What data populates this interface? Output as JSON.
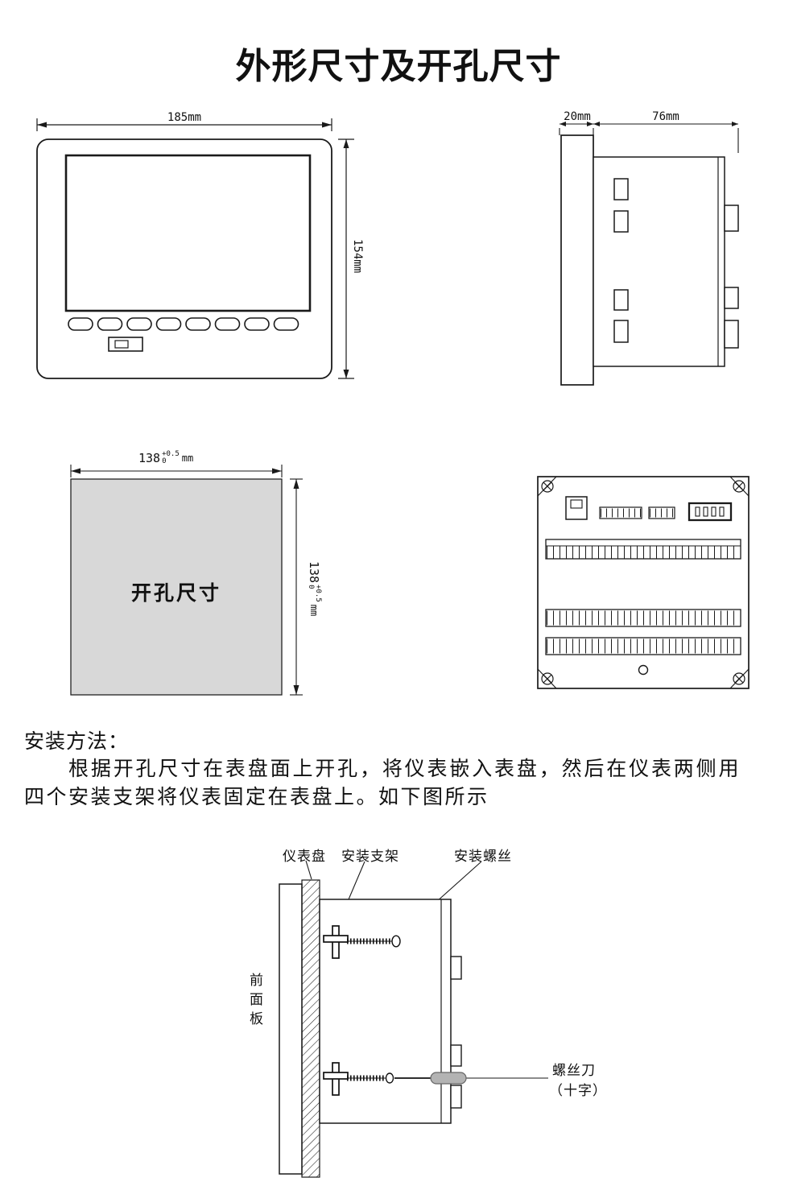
{
  "page": {
    "title": "外形尺寸及开孔尺寸"
  },
  "front_view": {
    "width": "185mm",
    "height": "154mm"
  },
  "side_view": {
    "depth": "20mm",
    "body_depth": "76mm"
  },
  "cutout": {
    "label": "开孔尺寸",
    "dim_value": "138",
    "tol_upper": "+0.5",
    "tol_lower": "0",
    "unit": "mm"
  },
  "install": {
    "heading": "安装方法：",
    "body": "根据开孔尺寸在表盘面上开孔，将仪表嵌入表盘，然后在仪表两侧用四个安装支架将仪表固定在表盘上。如下图所示",
    "labels": {
      "panel": "仪表盘",
      "bracket": "安装支架",
      "screw": "安装螺丝",
      "front_panel": "前面板",
      "screwdriver_line1": "螺丝刀",
      "screwdriver_line2": "（十字）"
    }
  },
  "colors": {
    "line": "#1a1a1a",
    "cutout_fill": "#d8d8d8",
    "screwdriver_handle": "#b3b3b3"
  }
}
